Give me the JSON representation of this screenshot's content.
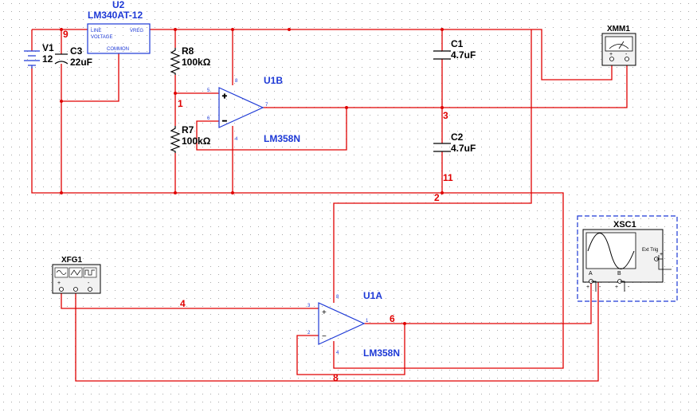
{
  "components": {
    "u2": {
      "ref": "U2",
      "part": "LM340AT-12",
      "pin_line": "LINE",
      "pin_vreg": "VREG",
      "pin_voltage": "VOLTAGE",
      "pin_common": "COMMON"
    },
    "v1": {
      "ref": "V1",
      "value": "12"
    },
    "c3": {
      "ref": "C3",
      "value": "22uF"
    },
    "r8": {
      "ref": "R8",
      "value": "100kΩ"
    },
    "r7": {
      "ref": "R7",
      "value": "100kΩ"
    },
    "c1": {
      "ref": "C1",
      "value": "4.7uF"
    },
    "c2": {
      "ref": "C2",
      "value": "4.7uF"
    },
    "u1b": {
      "ref": "U1B",
      "part": "LM358N",
      "pins": {
        "p5": "5",
        "p6": "6",
        "p7": "7",
        "p8": "8",
        "p4": "4"
      }
    },
    "u1a": {
      "ref": "U1A",
      "part": "LM358N",
      "pins": {
        "p3": "3",
        "p2": "2",
        "p1": "1",
        "p8": "8",
        "p4": "4"
      }
    },
    "xmm1": {
      "ref": "XMM1",
      "plus": "+",
      "minus": "-"
    },
    "xfg1": {
      "ref": "XFG1",
      "plus": "+",
      "minus": "-"
    },
    "xsc1": {
      "ref": "XSC1",
      "ext_trig": "Ext Trig",
      "ch_a": "A",
      "ch_b": "B",
      "plus": "+",
      "minus": "-"
    }
  },
  "nets": {
    "n9": "9",
    "n1": "1",
    "n3": "3",
    "n11": "11",
    "n2": "2",
    "n4": "4",
    "n6": "6",
    "n8": "8"
  },
  "colors": {
    "wire": "#e00000",
    "component": "#1d39d6",
    "instrument": "#000000",
    "grid": "#b0b0b0"
  }
}
